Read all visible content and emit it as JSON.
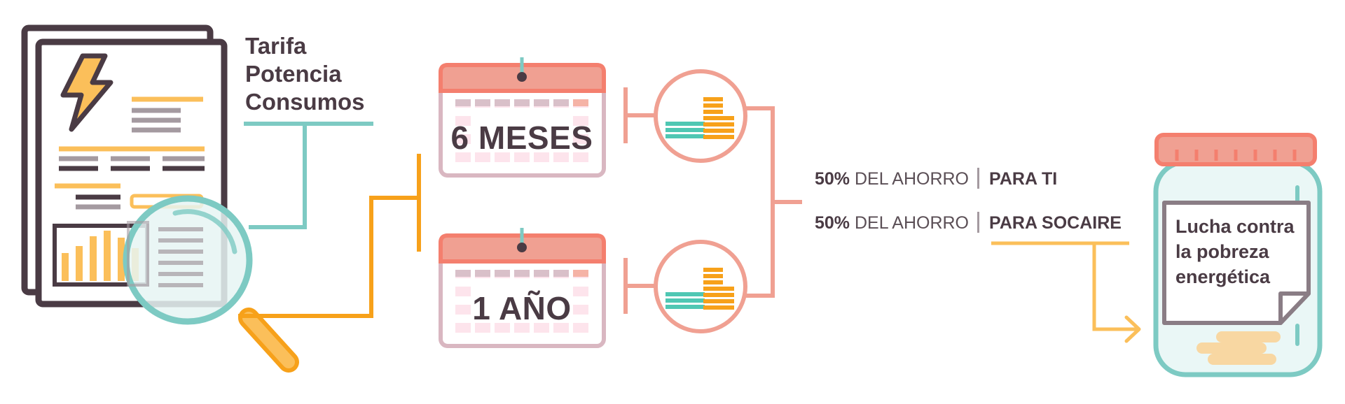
{
  "bill": {
    "labels": [
      "Tarifa",
      "Potencia",
      "Consumos"
    ]
  },
  "periods": [
    {
      "label": "6 MESES"
    },
    {
      "label": "1 AÑO"
    }
  ],
  "split": [
    {
      "percent": "50%",
      "text": "DEL AHORRO",
      "destination": "PARA TI"
    },
    {
      "percent": "50%",
      "text": "DEL AHORRO",
      "destination": "PARA SOCAIRE"
    }
  ],
  "jar": {
    "lines": [
      "Lucha contra",
      "la pobreza",
      "energética"
    ]
  },
  "colors": {
    "teal": "#7dcac3",
    "orange": "#f7a11a",
    "salmon": "#f0a092",
    "coral": "#f47f6e",
    "dark": "#4a3b44",
    "yellow": "#fbbf5a",
    "light_yellow": "#f8d7a2",
    "pink": "#fde4ec"
  },
  "icons": [
    "invoice-icon",
    "lightning-icon",
    "magnifier-icon",
    "calendar-icon",
    "coins-icon",
    "jar-icon",
    "note-icon",
    "arrow-right-icon"
  ]
}
